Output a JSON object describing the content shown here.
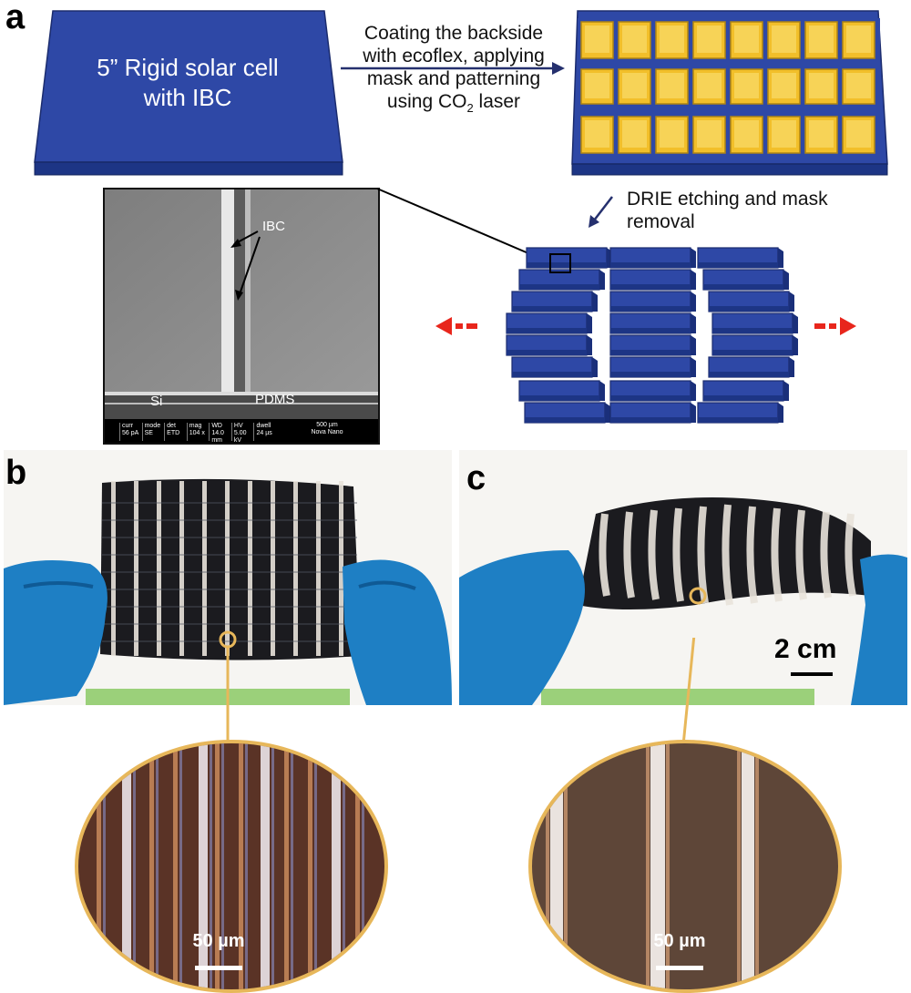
{
  "panels": {
    "a": "a",
    "b": "b",
    "c": "c"
  },
  "cell": {
    "line1": "5” Rigid solar cell",
    "line2": "with IBC"
  },
  "steps": {
    "step1": [
      "Coating the backside",
      "with ecoflex, applying",
      "mask and patterning"
    ],
    "step1_last_prefix": "using CO",
    "step1_sub": "2",
    "step1_last_suffix": " laser",
    "step2": [
      "DRIE etching and mask",
      "removal"
    ]
  },
  "sem": {
    "ibc_label": "IBC",
    "si_label": "Si",
    "pdms_label": "PDMS",
    "info_headers": [
      "curr",
      "mode",
      "det",
      "mag",
      "WD",
      "HV",
      "dwell"
    ],
    "info_values": [
      "56 pA",
      "SE",
      "ETD",
      "104 x",
      "14.0 mm",
      "5.00 kV",
      "24 µs"
    ],
    "scale_text": "500 µm",
    "instrument": "Nova Nano"
  },
  "photos": {
    "scale_c": "2 cm"
  },
  "micro": {
    "scale_b": "50 µm",
    "scale_c": "50 µm"
  },
  "colors": {
    "cell_blue": "#2e48a6",
    "gold": "#f2bf2a",
    "arrow_red": "#e8261c",
    "glove_blue": "#1e7fc4",
    "ruler_green": "#9bd07a",
    "ring_gold": "#e7b75a"
  }
}
